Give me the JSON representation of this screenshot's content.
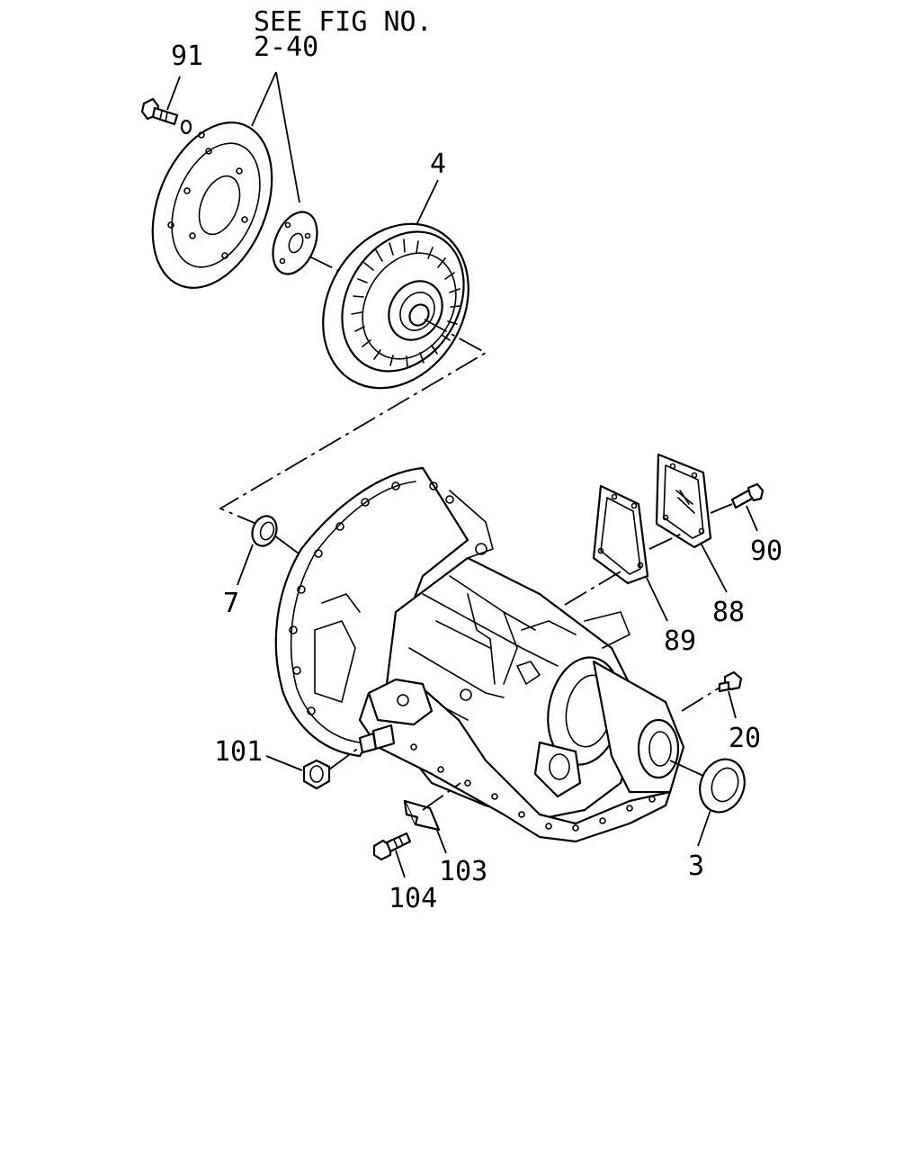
{
  "reference_note": {
    "line1": "SEE FIG NO.",
    "line2": "2-40"
  },
  "callouts": {
    "c91": "91",
    "c4": "4",
    "c7": "7",
    "c90": "90",
    "c88": "88",
    "c89": "89",
    "c20": "20",
    "c101": "101",
    "c103": "103",
    "c104": "104",
    "c3": "3"
  }
}
